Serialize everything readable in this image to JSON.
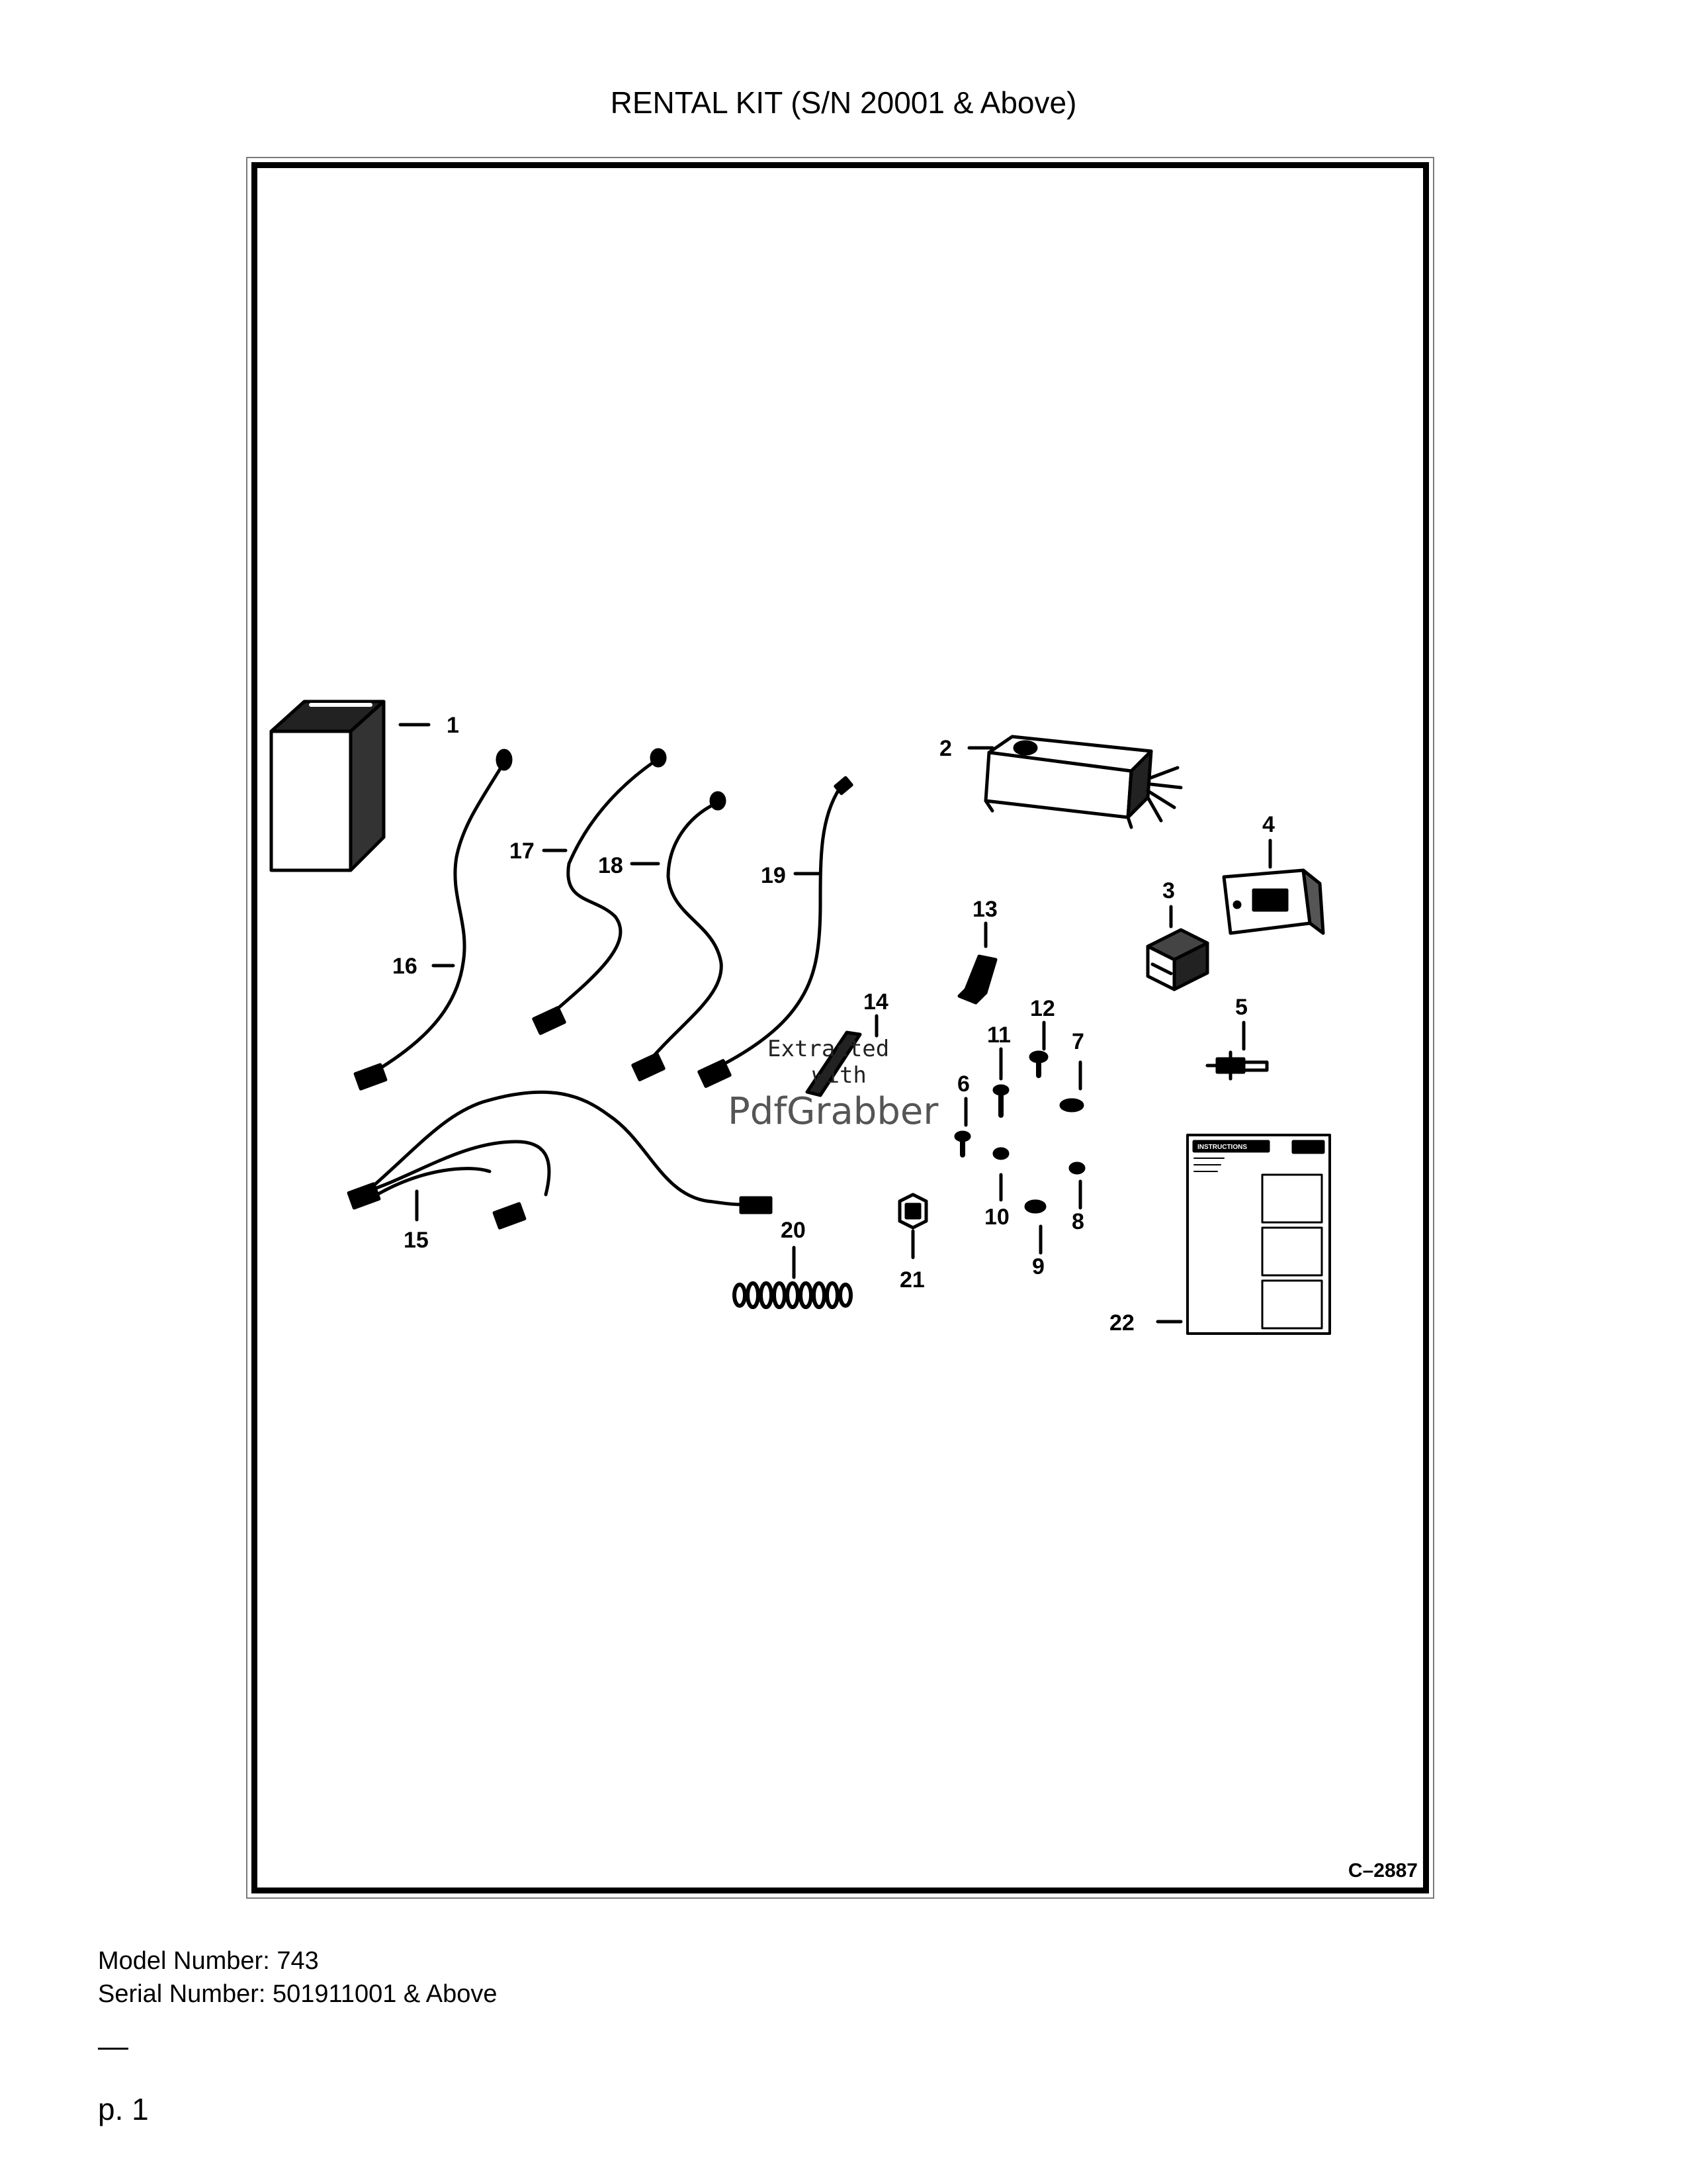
{
  "header": {
    "title": "RENTAL KIT (S/N 20001 & Above)"
  },
  "figure": {
    "code": "C–2887",
    "callouts": [
      "1",
      "2",
      "3",
      "4",
      "5",
      "6",
      "7",
      "8",
      "9",
      "10",
      "11",
      "12",
      "13",
      "14",
      "15",
      "16",
      "17",
      "18",
      "19",
      "20",
      "21",
      "22"
    ],
    "instruction_sheet_heading": "INSTRUCTIONS"
  },
  "watermark": {
    "line1": "Extracted",
    "line2": "with",
    "brand": "PdfGrabber"
  },
  "footer": {
    "model": "Model Number: 743",
    "serial": "Serial Number: 501911001 & Above",
    "page": "p. 1"
  }
}
